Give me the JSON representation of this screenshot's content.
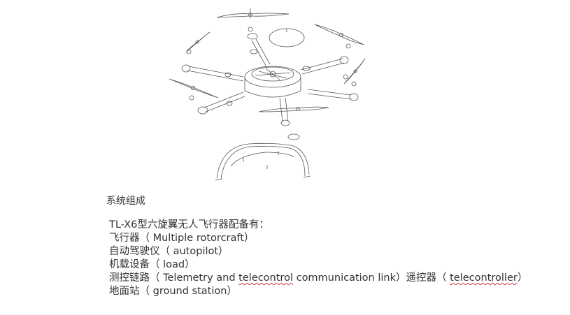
{
  "section_title": "系统组成",
  "intro": "TL-X6型六旋翼无人飞行器配备有：",
  "items": {
    "aircraft": "飞行器（ Multiple rotorcraft）",
    "autopilot": "自动驾驶仪（ autopilot）",
    "payload": "机载设备（ load）",
    "link_prefix": "测控链路（ Telemetry and ",
    "link_word": "telecontrol",
    "link_middle": " communication link）遥控器（ ",
    "link_word2": "telecontroller",
    "link_suffix": "）",
    "ground": "地面站（ ground station）"
  },
  "colors": {
    "text": "#333333",
    "spellcheck_underline": "#d23b3b",
    "line_art": "#555555"
  }
}
